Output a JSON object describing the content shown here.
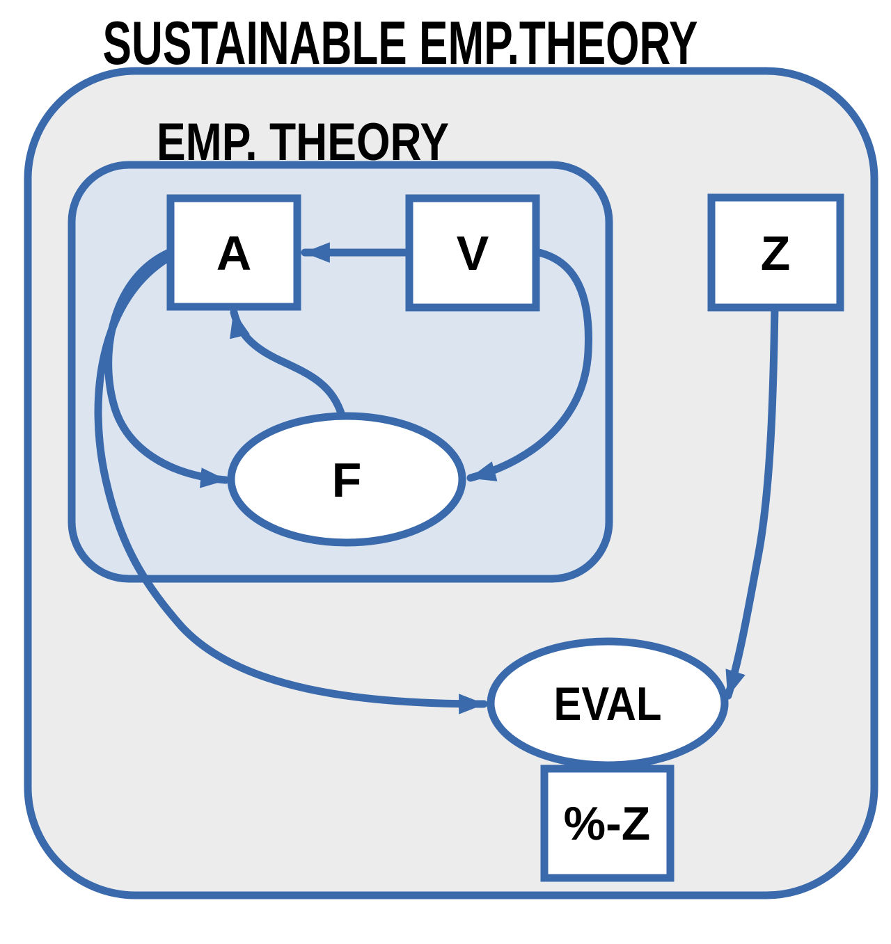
{
  "title": {
    "text": "SUSTAINABLE EMP.THEORY"
  },
  "inner_group": {
    "label": "EMP. THEORY"
  },
  "nodes": {
    "a": {
      "label": "A",
      "shape": "rect"
    },
    "v": {
      "label": "V",
      "shape": "rect"
    },
    "z": {
      "label": "Z",
      "shape": "rect"
    },
    "f": {
      "label": "F",
      "shape": "ellipse"
    },
    "eval": {
      "label": "EVAL",
      "shape": "ellipse"
    },
    "pct_z": {
      "label": "%-Z",
      "shape": "rect"
    }
  },
  "edges": [
    {
      "from": "V",
      "to": "A"
    },
    {
      "from": "V",
      "to": "F"
    },
    {
      "from": "A",
      "to": "F"
    },
    {
      "from": "F",
      "to": "A"
    },
    {
      "from": "A",
      "to": "EVAL"
    },
    {
      "from": "Z",
      "to": "EVAL"
    },
    {
      "from": "EVAL",
      "to": "%-Z"
    }
  ],
  "colors": {
    "line": "#3a6aac",
    "outer_fill": "#ececec",
    "inner_fill": "#dce4f0",
    "node_fill": "#ffffff",
    "text": "#000000"
  }
}
